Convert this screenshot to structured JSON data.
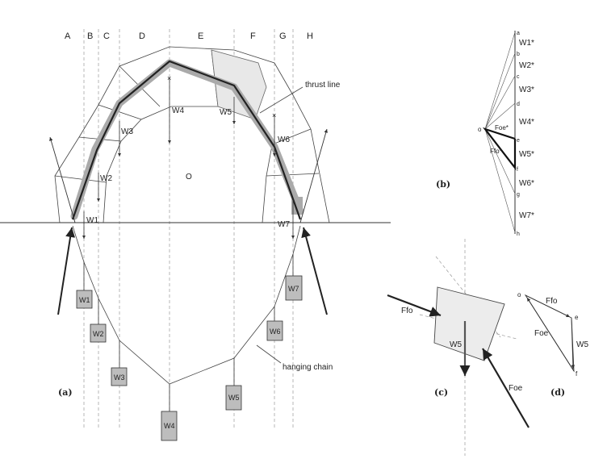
{
  "columns": [
    "A",
    "B",
    "C",
    "D",
    "E",
    "F",
    "G",
    "H"
  ],
  "arch_weights": [
    "W1",
    "W2",
    "W3",
    "W4",
    "W5",
    "W6",
    "W7"
  ],
  "hanging_weights": [
    "W1",
    "W2",
    "W3",
    "W4",
    "W5",
    "W6",
    "W7"
  ],
  "center_label": "O",
  "annotations": {
    "thrust_line": "thrust line",
    "hanging_chain": "hanging chain"
  },
  "panel_labels": {
    "a": "(a)",
    "b": "(b)",
    "c": "(c)",
    "d": "(d)"
  },
  "force_polygon": {
    "pole": "o",
    "points": [
      "a",
      "b",
      "c",
      "d",
      "e",
      "f",
      "g",
      "h"
    ],
    "weights": [
      "W1*",
      "W2*",
      "W3*",
      "W4*",
      "W5*",
      "W6*",
      "W7*"
    ],
    "forces": [
      "Foe*",
      "Ffo*"
    ]
  },
  "block_forces": {
    "ffo": "Ffo",
    "foe": "Foe",
    "w5": "W5"
  },
  "triangle": {
    "o": "o",
    "e": "e",
    "f": "f",
    "ffo": "Ffo",
    "foe": "Foe",
    "w5": "W5"
  }
}
